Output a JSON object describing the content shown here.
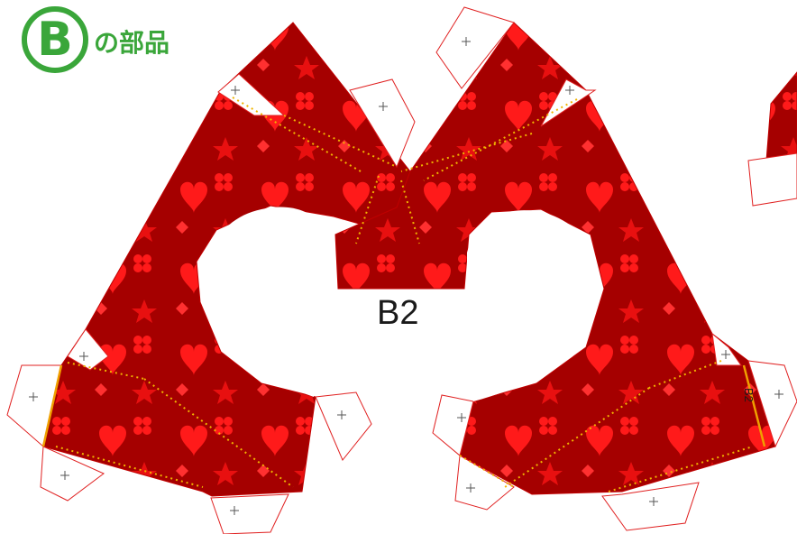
{
  "header": {
    "badge_letter": "B",
    "badge_text": "の部品"
  },
  "part": {
    "label": "B2",
    "tab_label": "B2"
  },
  "colors": {
    "paper": "#ffffff",
    "pattern_dark": "#a50000",
    "pattern_bright": "#ff1a1a",
    "accent_green": "#3aa63a",
    "fold_line": "#f0b400",
    "cut_line": "#e02020"
  },
  "icons": [
    "glue-tab-plus-icon",
    "heart-icon",
    "clover-icon",
    "star-icon",
    "monogram-icon"
  ]
}
